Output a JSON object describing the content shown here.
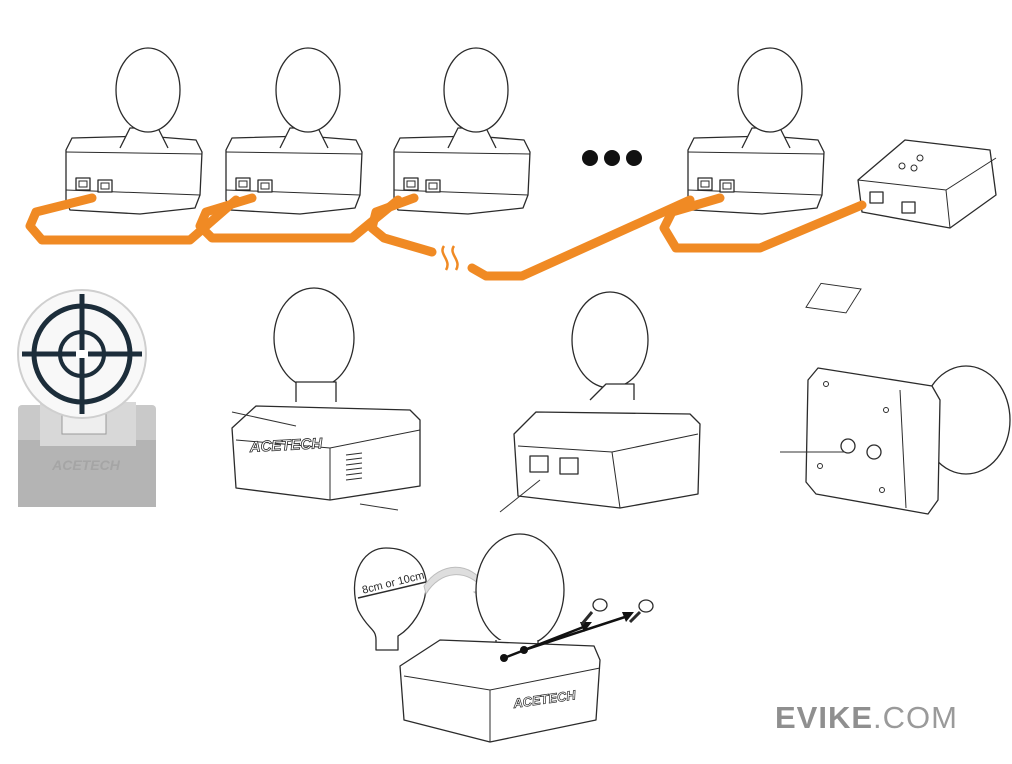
{
  "colors": {
    "cable": "#f08a24",
    "line": "#2b2b2b",
    "brand": "#8f8f8f"
  },
  "labels": {
    "target_brand": "ACETECH",
    "plate_size": "8cm or 10cm"
  },
  "watermark": {
    "bold": "EVIKE",
    "light": ".COM"
  }
}
